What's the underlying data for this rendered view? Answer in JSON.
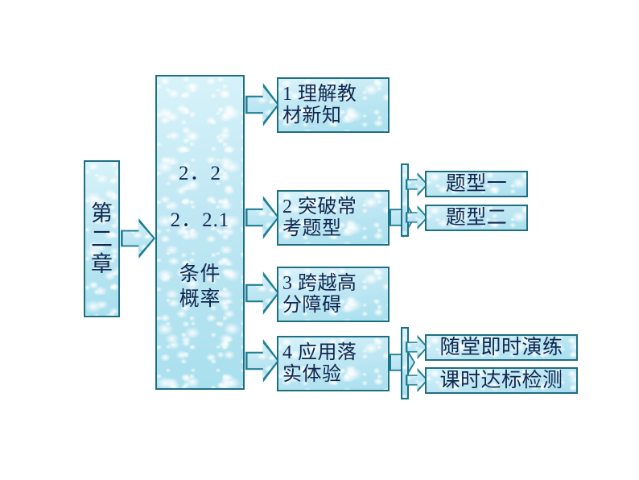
{
  "page": {
    "background": "#ffffff",
    "border_color": "#1f6f82",
    "fill_color": "#c9ecf5",
    "text_color": "#11274f",
    "arrow_color": "#1f7f94"
  },
  "chapter": {
    "label": "第\n二\n章"
  },
  "section": {
    "number_primary": "2．2",
    "number_secondary": "2．2.1",
    "title": "条件\n概率"
  },
  "level2": [
    {
      "label": "1  理解教\n材新知",
      "name": "node-understand-new-material"
    },
    {
      "label": "2  突破常\n考题型",
      "name": "node-break-through-question-types"
    },
    {
      "label": "3  跨越高\n分障碍",
      "name": "node-cross-high-score-barrier"
    },
    {
      "label": "4  应用落\n实体验",
      "name": "node-apply-and-practice"
    }
  ],
  "level3": [
    {
      "label": "题型一",
      "name": "node-question-type-one"
    },
    {
      "label": "题型二",
      "name": "node-question-type-two"
    },
    {
      "label": "随堂即时演练",
      "name": "node-in-class-instant-practice"
    },
    {
      "label": "课时达标检测",
      "name": "node-lesson-standard-test"
    }
  ],
  "icons": {
    "arrow_right": "right-arrow-icon",
    "split_bar": "split-connector-icon"
  }
}
